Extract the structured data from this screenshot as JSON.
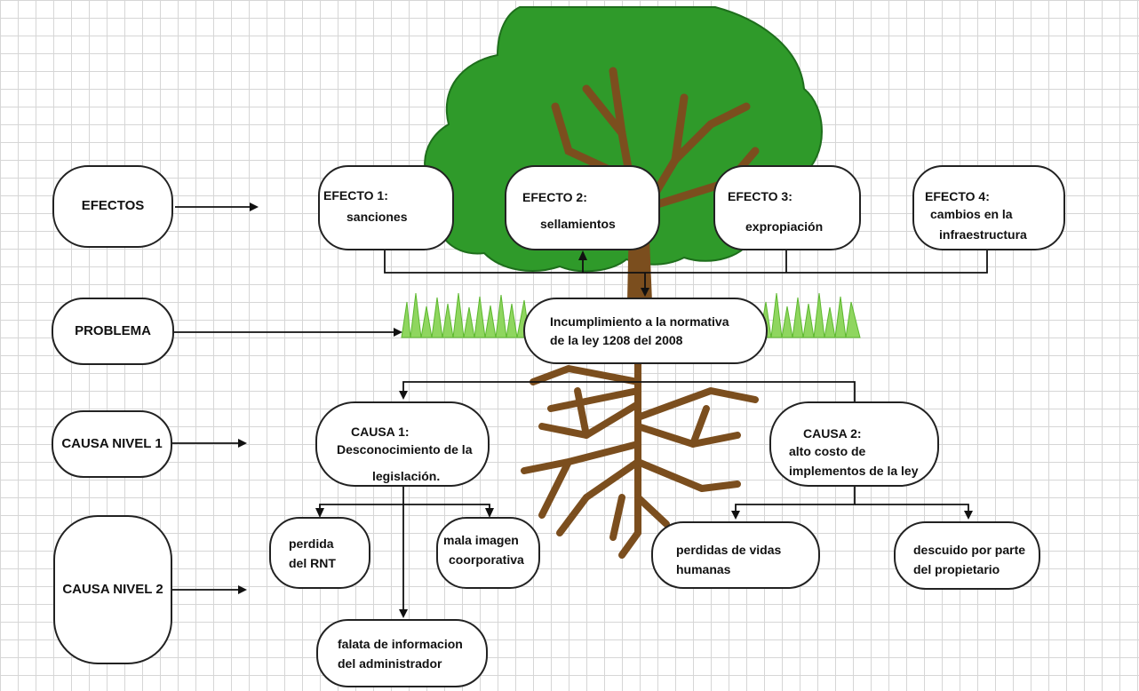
{
  "side_labels": {
    "efectos": "EFECTOS",
    "problema": "PROBLEMA",
    "causa_nivel_1": "CAUSA NIVEL 1",
    "causa_nivel_2": "CAUSA NIVEL 2"
  },
  "efectos": [
    {
      "title": "EFECTO 1:",
      "text": "sanciones"
    },
    {
      "title": "EFECTO 2:",
      "text": "sellamientos"
    },
    {
      "title": "EFECTO 3:",
      "text": "expropiación"
    },
    {
      "title": "EFECTO 4:",
      "text_1": "cambios en la",
      "text_2": "infraestructura"
    }
  ],
  "problema": {
    "line_1": "Incumplimiento a la normativa",
    "line_2": "de la ley 1208 del 2008"
  },
  "causas_nivel_1": [
    {
      "title": "CAUSA 1:",
      "line_1": "Desconocimiento de la",
      "line_2": "legislación."
    },
    {
      "title": "CAUSA 2:",
      "line_1": "alto costo de",
      "line_2": "implementos de la ley"
    }
  ],
  "causas_nivel_2": [
    {
      "line_1": "perdida",
      "line_2": "del RNT"
    },
    {
      "line_1": "mala imagen",
      "line_2": "coorporativa"
    },
    {
      "line_1": "falata de informacion",
      "line_2": "del administrador"
    },
    {
      "line_1": "perdidas de vidas",
      "line_2": "humanas"
    },
    {
      "line_1": "descuido por parte",
      "line_2": "del propietario"
    }
  ],
  "colors": {
    "foliage": "#2f9a2a",
    "foliage_dark": "#1e6e1c",
    "trunk": "#7b4e1e",
    "grass": "#8fd65f",
    "connector": "#111111"
  }
}
